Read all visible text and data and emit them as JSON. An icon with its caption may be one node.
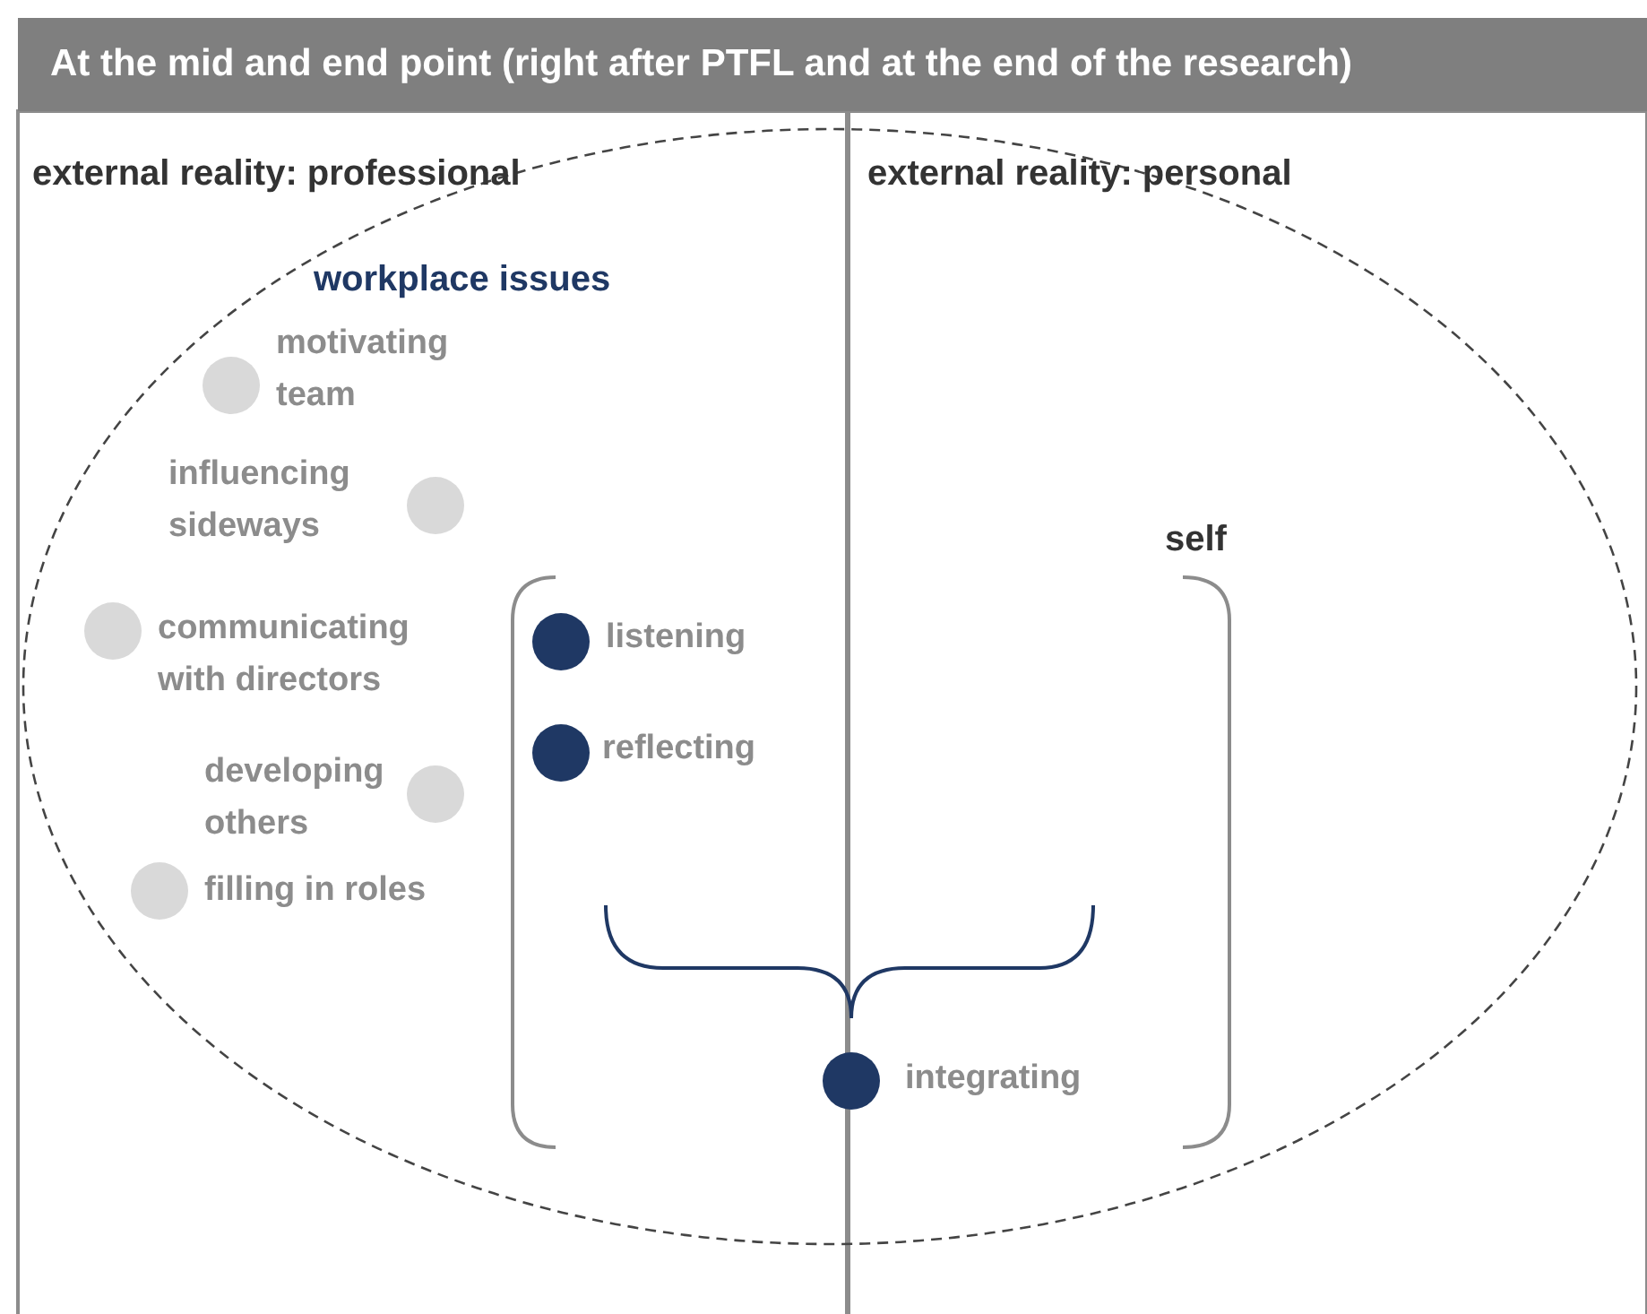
{
  "diagram": {
    "title": "At the mid and end point (right after PTFL and at the end of the research)",
    "nodes": [
      {
        "text": [],
        "shape": "circle",
        "beside": [
          "motivating team"
        ]
      },
      {
        "text": [],
        "shape": "circle",
        "beside": [
          "influencing sideways"
        ]
      },
      {
        "text": [],
        "shape": "circle",
        "beside": [
          "communicating with directors"
        ]
      },
      {
        "text": [],
        "shape": "circle",
        "beside": [
          "listening"
        ]
      },
      {
        "text": [],
        "shape": "circle",
        "beside": [
          "reflecting"
        ]
      },
      {
        "text": [],
        "shape": "circle",
        "beside": [
          "developing others"
        ]
      },
      {
        "text": [],
        "shape": "circle",
        "beside": [
          "filling in roles"
        ]
      },
      {
        "text": [],
        "shape": "circle",
        "beside": [
          "integrating"
        ]
      }
    ],
    "labels": [
      "external reality: professional",
      "external reality: personal",
      "workplace issues",
      "self"
    ]
  }
}
